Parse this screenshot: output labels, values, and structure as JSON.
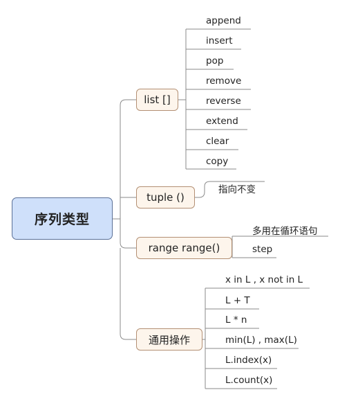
{
  "root": {
    "label": "序列类型"
  },
  "branches": [
    {
      "label": "list []",
      "children": [
        "append",
        "insert",
        "pop",
        "remove",
        "reverse",
        "extend",
        "clear",
        "copy"
      ]
    },
    {
      "label": "tuple ()",
      "children": [
        "指向不变"
      ]
    },
    {
      "label": "range range()",
      "children": [
        "多用在循环语句",
        "step"
      ]
    },
    {
      "label": "通用操作",
      "children": [
        "x in L , x not in L",
        "L + T",
        "L * n",
        "min(L) , max(L)",
        "L.index(x)",
        "L.count(x)"
      ]
    }
  ],
  "colors": {
    "root_fill": "#cfe0fa",
    "root_border": "#5a6f96",
    "branch_fill": "#fdf5ec",
    "branch_border": "#b38f73",
    "line": "#8a8a8a"
  }
}
